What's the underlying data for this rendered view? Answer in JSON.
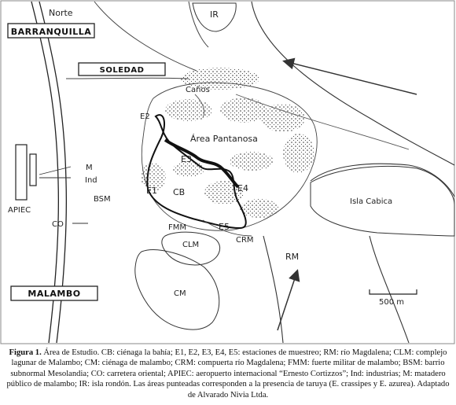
{
  "map": {
    "north": "Norte",
    "barranquilla": "BARRANQUILLA",
    "soledad": "SOLEDAD",
    "malambo": "MALAMBO",
    "ir": "IR",
    "canos": "Caños",
    "area_pantanosa": "Área Pantanosa",
    "e1": "E1",
    "e2": "E2",
    "e3": "E3",
    "e4": "E4",
    "e5": "E5",
    "cb": "CB",
    "m": "M",
    "ind": "Ind",
    "bsm": "BSM",
    "co": "CO",
    "apiec": "APIEC",
    "fmm": "FMM",
    "clm": "CLM",
    "crm": "CRM",
    "cm": "CM",
    "rm": "RM",
    "isla_cabica": "Isla Cabica",
    "scale": "500 m"
  },
  "caption": {
    "label": "Figura 1.",
    "text": " Área de Estudio. CB: ciénaga la bahía; E1, E2, E3, E4, E5: estaciones de muestreo; RM: río Magdalena; CLM: complejo lagunar de Malambo; CM: ciénaga de malambo; CRM: compuerta río Magdalena; FMM: fuerte militar de malambo; BSM: barrio subnormal Mesolandia; CO: carretera oriental; APIEC: aeropuerto internacional “Ernesto Cortizzos”; Ind: industrias; M: matadero público de malambo; IR: isla rondón. Las áreas punteadas corresponden a la presencia de taruya (E. crassipes y E. azurea). Adaptado de Alvarado Nivia Ltda."
  }
}
